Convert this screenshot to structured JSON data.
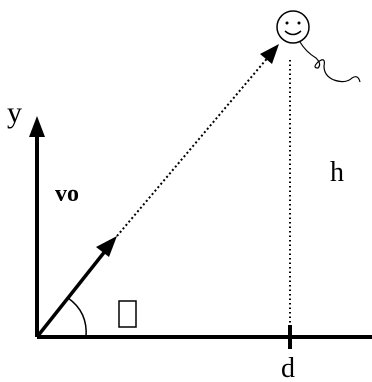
{
  "labels": {
    "y_axis": "y",
    "velocity": "vo",
    "height": "h",
    "distance": "d"
  },
  "icons": {
    "angle_symbol": "missing-glyph-box",
    "figure": "balloon-smiley"
  },
  "colors": {
    "ink": "#000000",
    "background": "#ffffff"
  }
}
